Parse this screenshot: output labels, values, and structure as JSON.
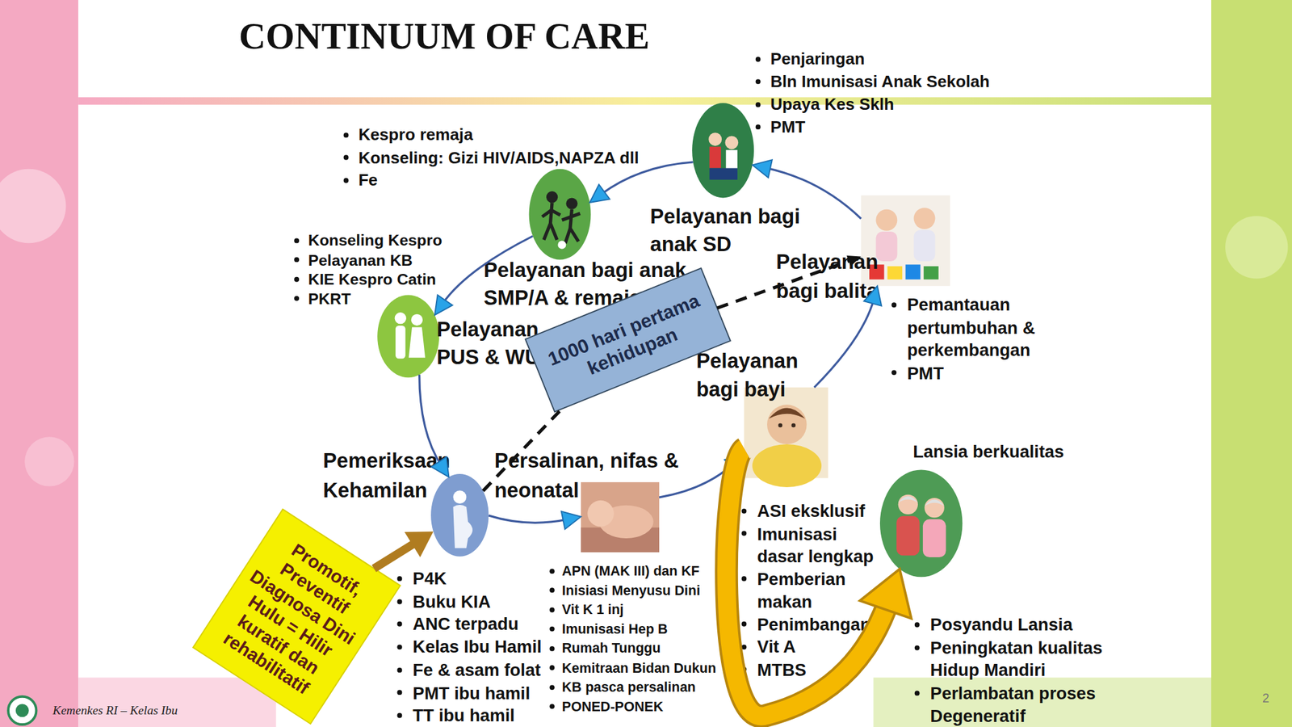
{
  "diagram": {
    "title": "CONTINUUM OF CARE",
    "nodes": [
      {
        "text": [
          "Pemeriksaan Kehamilan",
          "P4K",
          "Buku KIA",
          "ANC terpadu",
          "Kelas Ibu Hamil",
          "Fe & asam folat",
          "PMT ibu hamil",
          "TT ibu hamil"
        ]
      },
      {
        "text": [
          "Persalinan, nifas & neonatal",
          "APN (MAK III) dan KF",
          "Inisiasi Menyusu Dini",
          "Vit K 1 inj",
          "Imunisasi Hep B",
          "Rumah Tunggu",
          "Kemitraan Bidan Dukun",
          "KB pasca persalinan",
          "PONED-PONEK"
        ]
      },
      {
        "text": [
          "Pelayanan bagi bayi",
          "ASI eksklusif",
          "Imunisasi dasar lengkap",
          "Pemberian makan",
          "Penimbangan",
          "Vit A",
          "MTBS"
        ]
      },
      {
        "text": [
          "Pelayanan bagi balita",
          "Pemantauan pertumbuhan & perkembangan",
          "PMT"
        ]
      },
      {
        "text": [
          "Pelayanan bagi anak SD",
          "Penjaringan",
          "Bln Imunisasi Anak Sekolah",
          "Upaya Kes Sklh",
          "PMT"
        ]
      },
      {
        "text": [
          "Pelayanan bagi anak SMP/A & remaja",
          "Kespro remaja",
          "Konseling: Gizi HIV/AIDS,NAPZA dll",
          "Fe"
        ]
      },
      {
        "text": [
          "Pelayanan PUS & WUS",
          "Konseling Kespro",
          "Pelayanan KB",
          "KIE Kespro Catin",
          "PKRT"
        ]
      },
      {
        "text": [
          "1000 hari pertama kehidupan"
        ]
      },
      {
        "text": [
          "Promotif, Preventif Diagnosa Dini Hulu = Hilir kuratif dan rehabilitatif"
        ]
      },
      {
        "text": [
          "Lansia berkualitas",
          "Posyandu Lansia",
          "Peningkatan kualitas Hidup Mandiri",
          "Perlambatan proses Degeneratif"
        ]
      }
    ],
    "edges": [
      {
        "from": 0,
        "to": 1,
        "arrow": "to"
      },
      {
        "from": 1,
        "to": 2,
        "arrow": "to"
      },
      {
        "from": 2,
        "to": 3,
        "arrow": "to"
      },
      {
        "from": 3,
        "to": 4,
        "arrow": "to"
      },
      {
        "from": 4,
        "to": 5,
        "arrow": "to"
      },
      {
        "from": 5,
        "to": 6,
        "arrow": "to"
      },
      {
        "from": 6,
        "to": 0,
        "arrow": "to"
      },
      {
        "from": 0,
        "to": 7,
        "arrow": "none"
      },
      {
        "from": 7,
        "to": 3,
        "arrow": "to"
      },
      {
        "from": 8,
        "to": 0,
        "arrow": "to"
      },
      {
        "from": 2,
        "to": 9,
        "arrow": "to"
      }
    ],
    "labels": [
      "Kemenkes RI – Kelas Ibu",
      "2"
    ]
  }
}
